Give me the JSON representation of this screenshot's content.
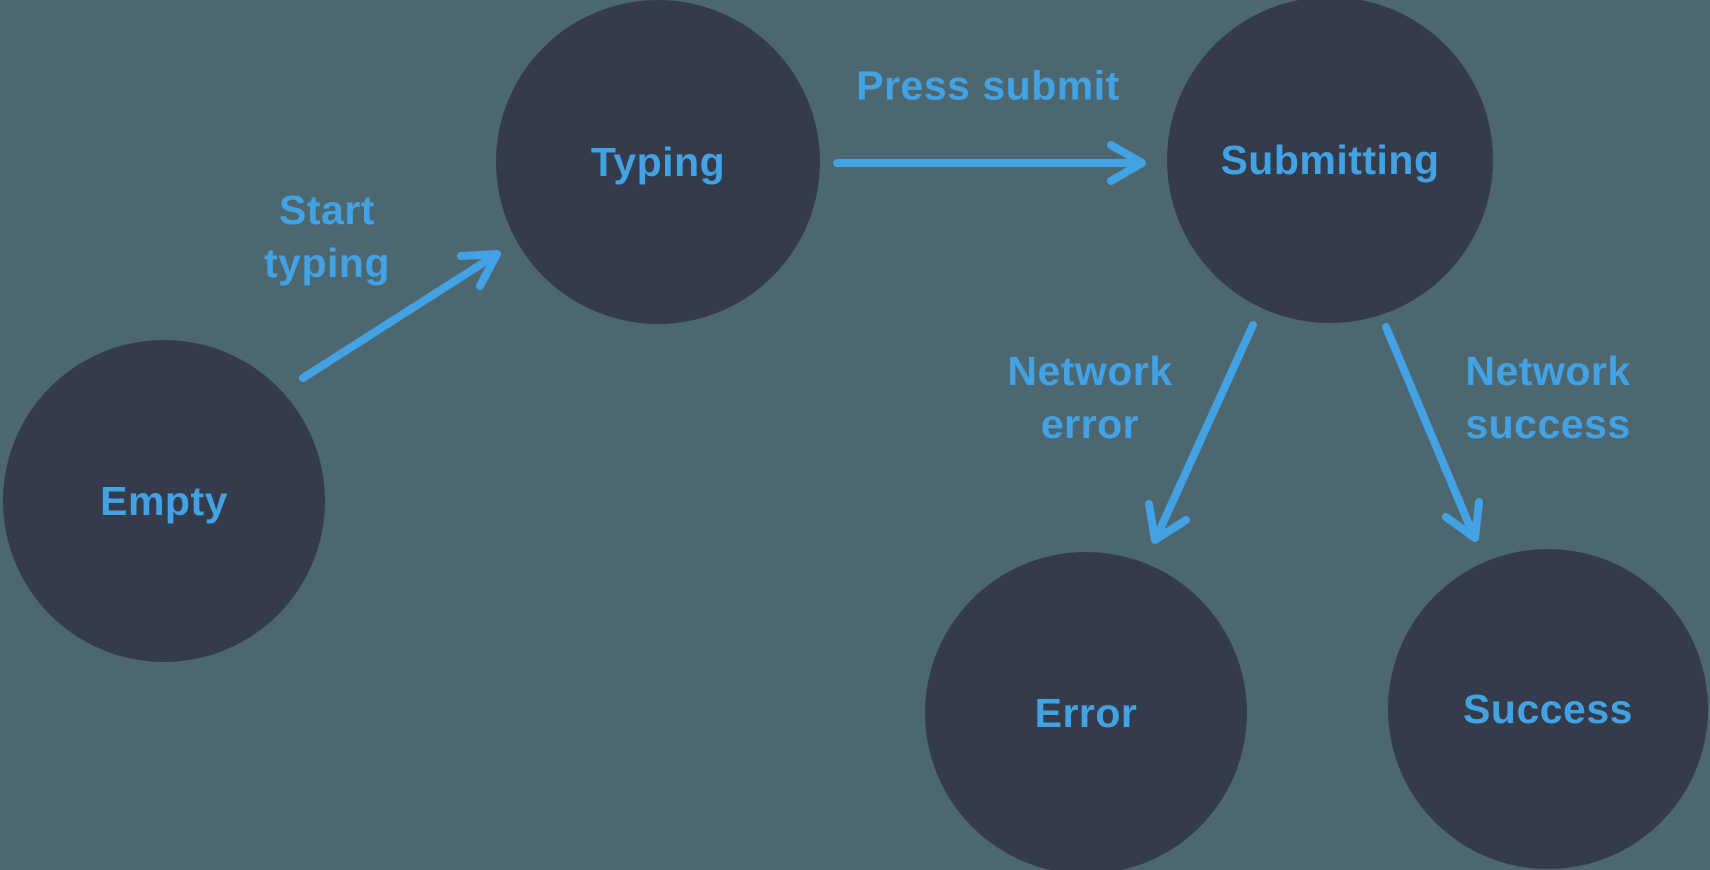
{
  "colors": {
    "background": "#4c6770",
    "node_fill": "#343b4a",
    "accent_blue": "#42a2e3"
  },
  "diagram": {
    "type": "state-machine",
    "states": [
      {
        "id": "empty",
        "label": "Empty"
      },
      {
        "id": "typing",
        "label": "Typing"
      },
      {
        "id": "submitting",
        "label": "Submitting"
      },
      {
        "id": "error",
        "label": "Error"
      },
      {
        "id": "success",
        "label": "Success"
      }
    ],
    "transitions": [
      {
        "from": "empty",
        "to": "typing",
        "label": "Start typing",
        "line1": "Start",
        "line2": "typing"
      },
      {
        "from": "typing",
        "to": "submitting",
        "label": "Press submit",
        "line1": "Press submit",
        "line2": ""
      },
      {
        "from": "submitting",
        "to": "error",
        "label": "Network error",
        "line1": "Network",
        "line2": "error"
      },
      {
        "from": "submitting",
        "to": "success",
        "label": "Network success",
        "line1": "Network",
        "line2": "success"
      }
    ]
  }
}
